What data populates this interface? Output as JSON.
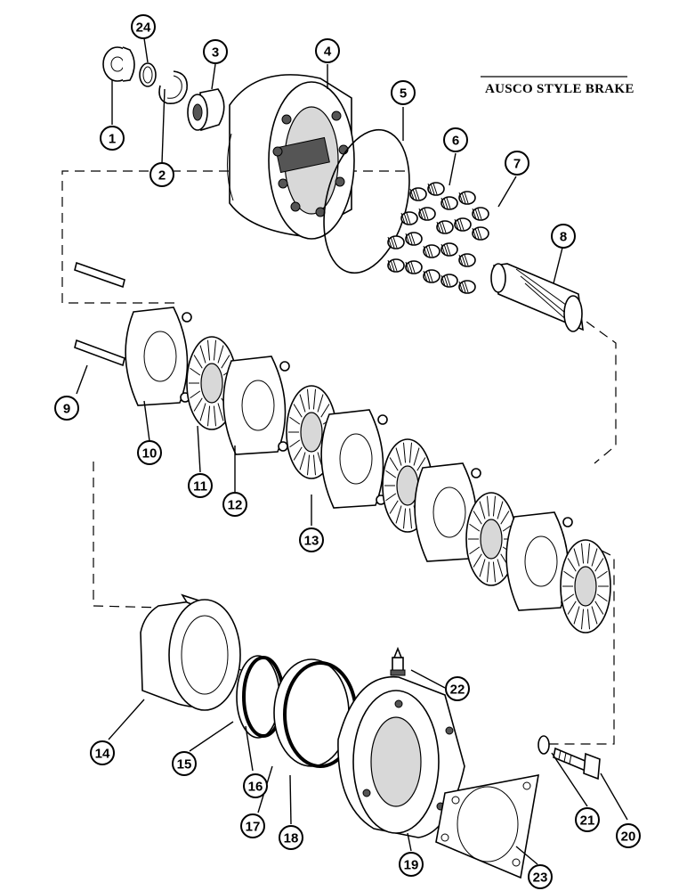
{
  "title": "AUSCO STYLE BRAKE",
  "callouts": [
    {
      "id": "1",
      "label": "1"
    },
    {
      "id": "2",
      "label": "2"
    },
    {
      "id": "3",
      "label": "3"
    },
    {
      "id": "4",
      "label": "4"
    },
    {
      "id": "5",
      "label": "5"
    },
    {
      "id": "6",
      "label": "6"
    },
    {
      "id": "7",
      "label": "7"
    },
    {
      "id": "8",
      "label": "8"
    },
    {
      "id": "9",
      "label": "9"
    },
    {
      "id": "10",
      "label": "10"
    },
    {
      "id": "11",
      "label": "11"
    },
    {
      "id": "12",
      "label": "12"
    },
    {
      "id": "13",
      "label": "13"
    },
    {
      "id": "14",
      "label": "14"
    },
    {
      "id": "15",
      "label": "15"
    },
    {
      "id": "16",
      "label": "16"
    },
    {
      "id": "17",
      "label": "17"
    },
    {
      "id": "18",
      "label": "18"
    },
    {
      "id": "19",
      "label": "19"
    },
    {
      "id": "20",
      "label": "20"
    },
    {
      "id": "21",
      "label": "21"
    },
    {
      "id": "22",
      "label": "22"
    },
    {
      "id": "23",
      "label": "23"
    },
    {
      "id": "24",
      "label": "24"
    }
  ]
}
